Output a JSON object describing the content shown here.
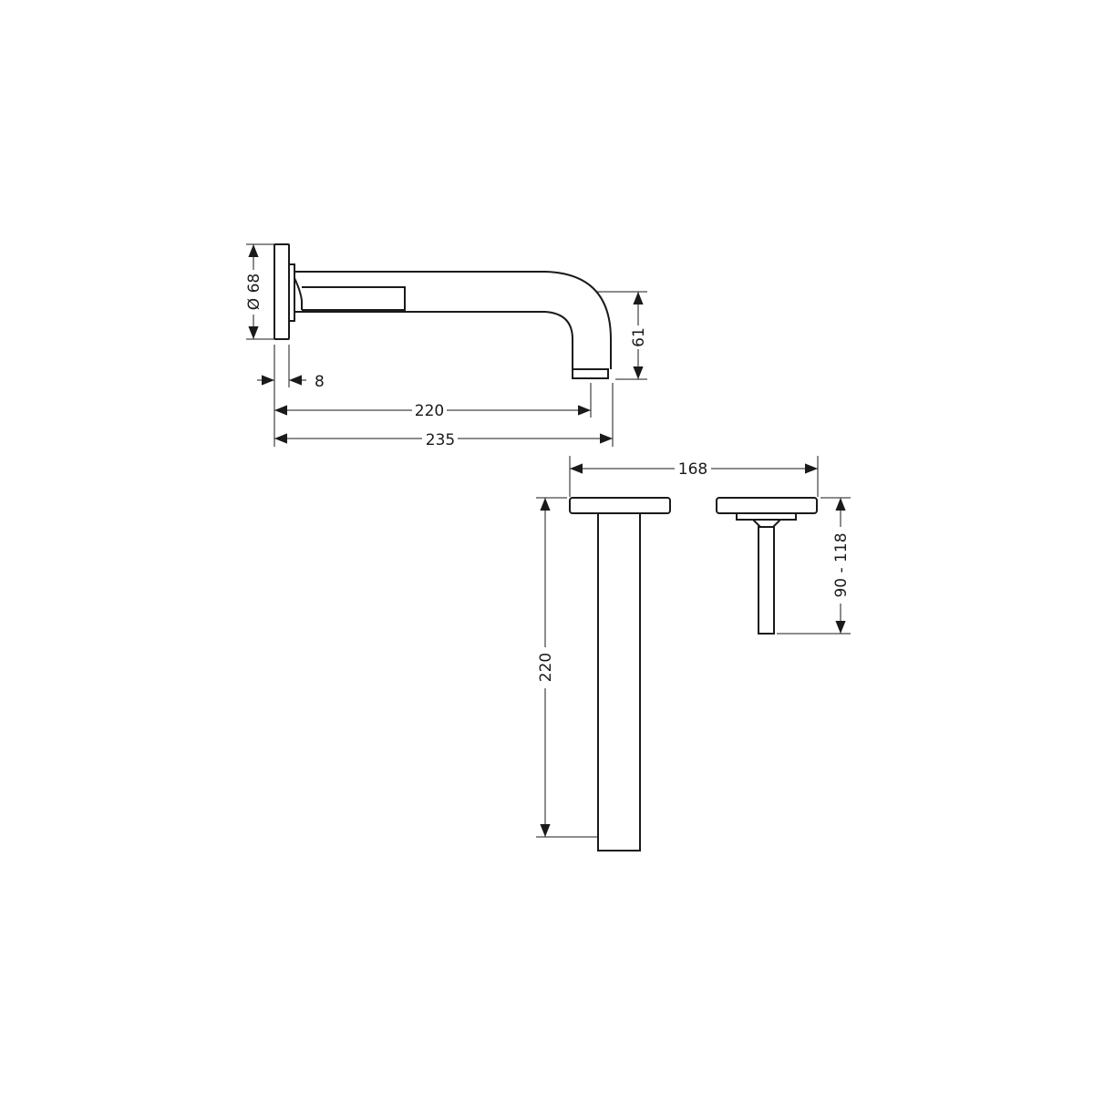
{
  "drawing": {
    "spout_side_view": {
      "dim_flange_diameter": "Ø 68",
      "dim_flange_depth": "8",
      "dim_projection_outlet": "220",
      "dim_projection_total": "235",
      "dim_spout_height": "61"
    },
    "front_view": {
      "dim_center_distance": "168",
      "dim_spout_body_length": "220",
      "dim_handle_range": "90 - 118"
    },
    "colors": {
      "line": "#1a1a1a",
      "background": "#ffffff"
    }
  }
}
